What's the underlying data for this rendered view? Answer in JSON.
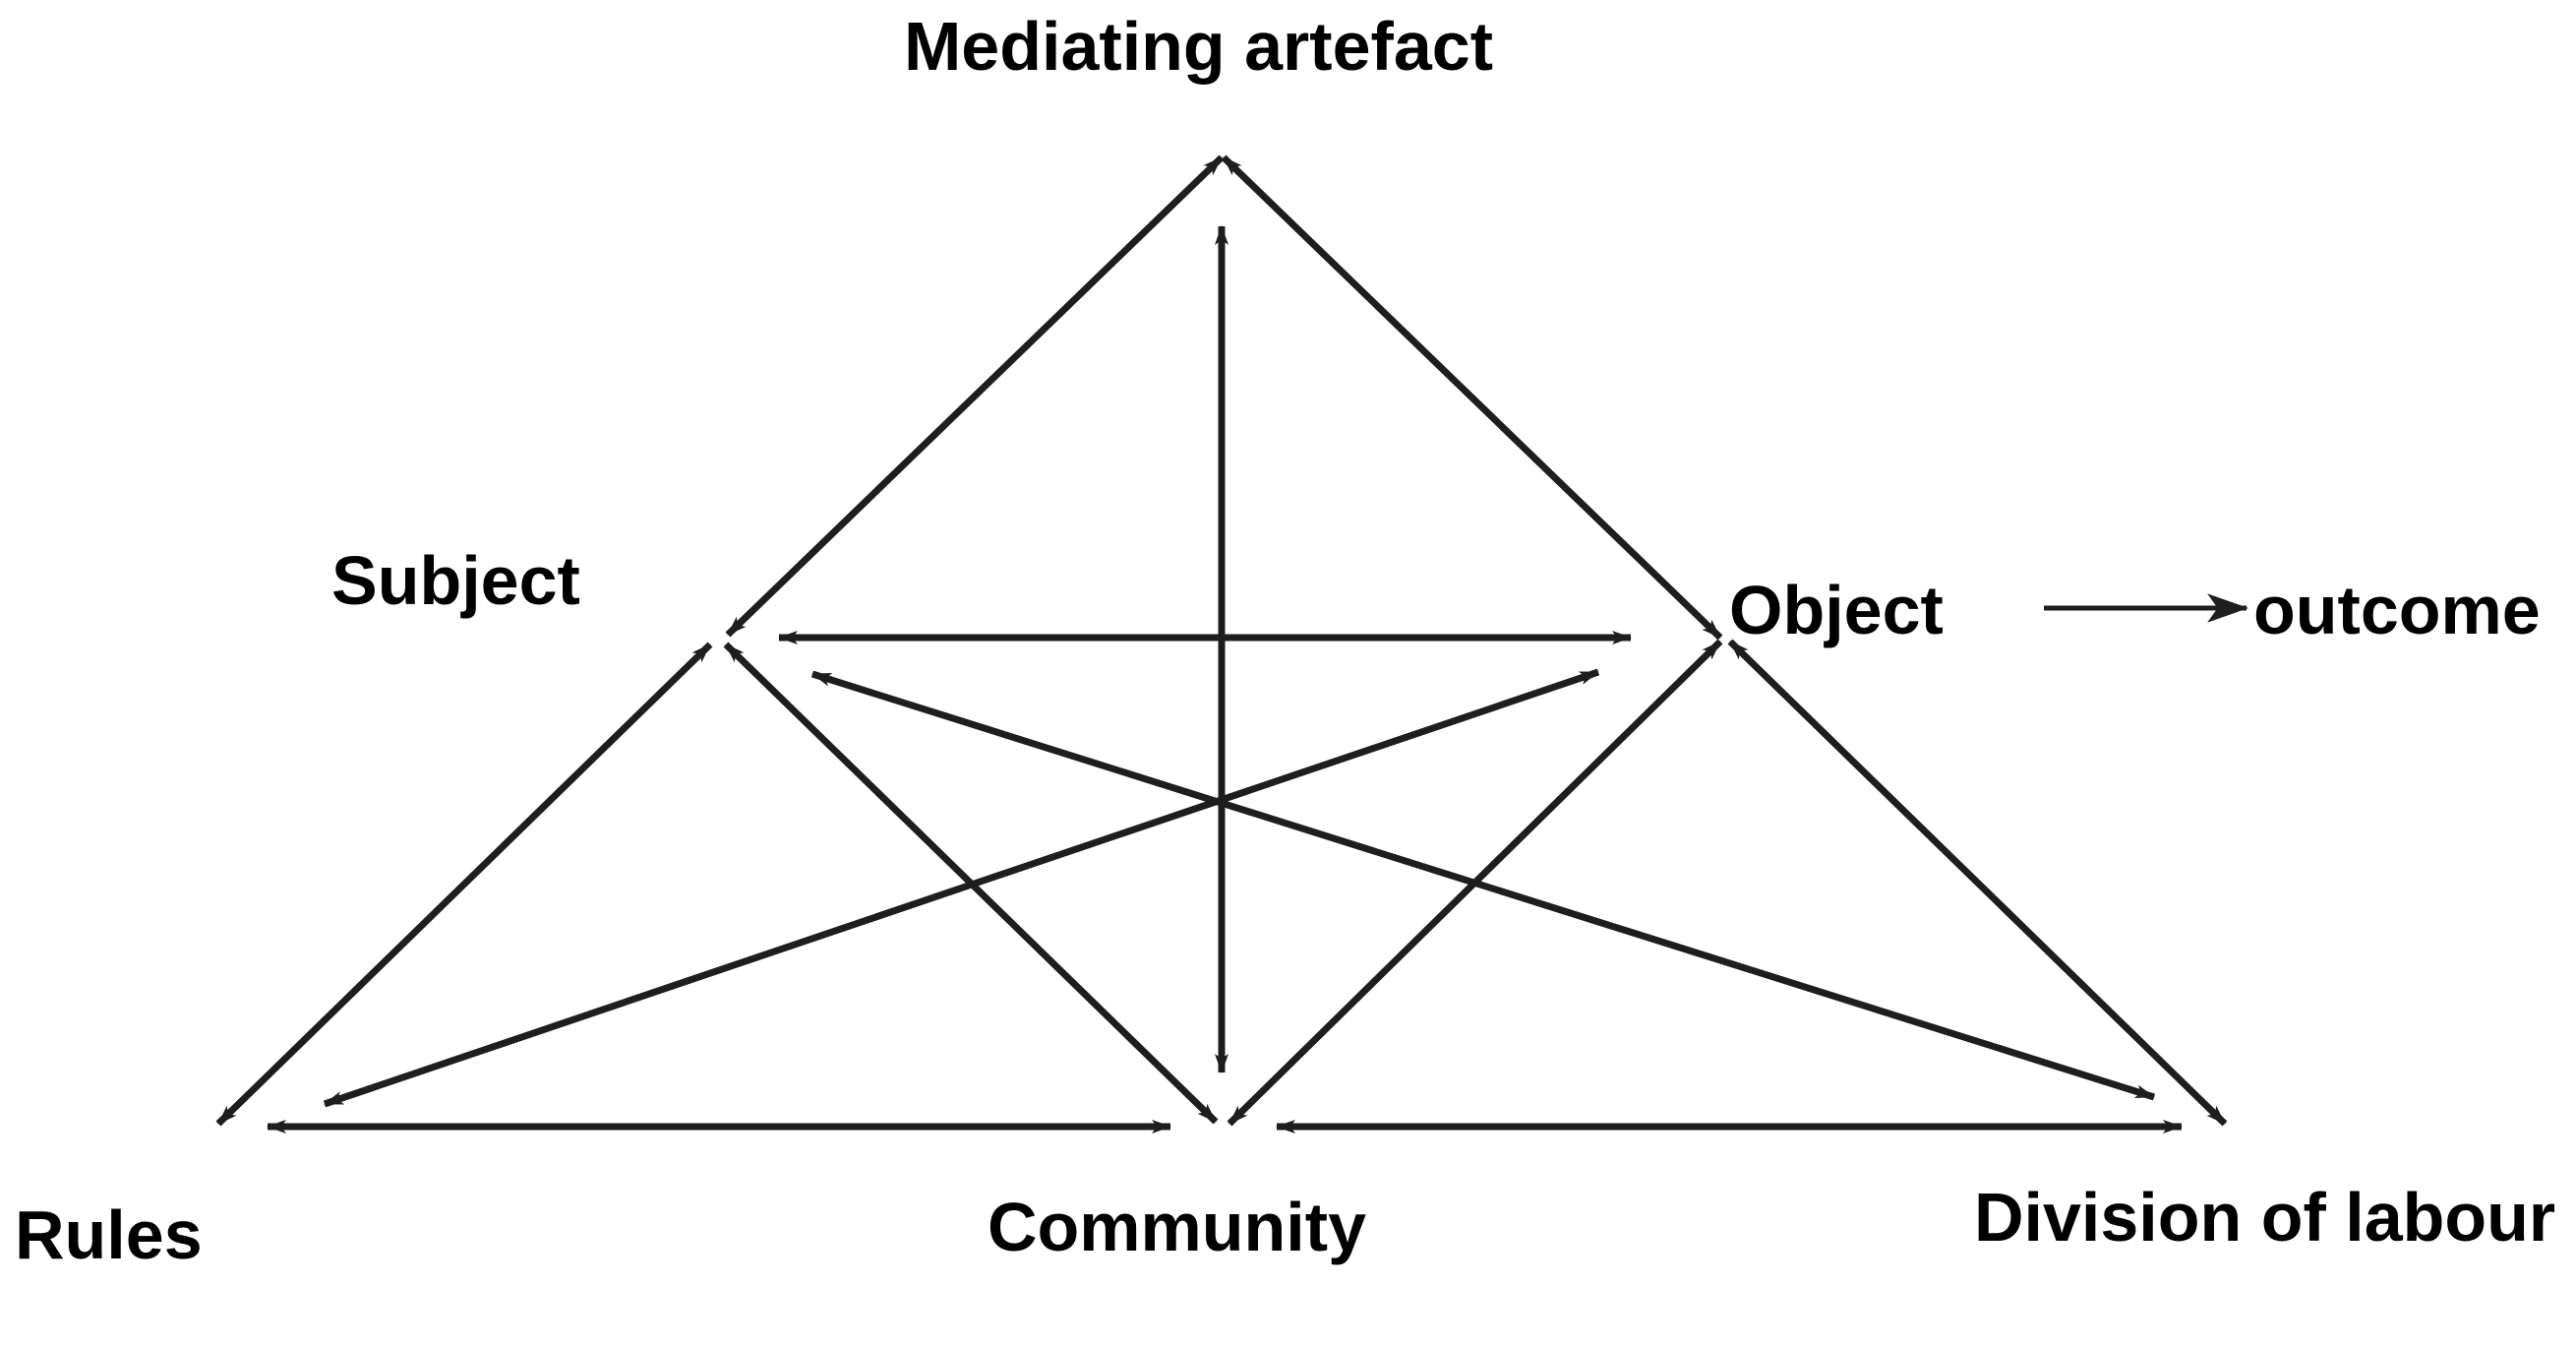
{
  "colors": {
    "ink": "#1e1e1e",
    "background": "#ffffff"
  },
  "nodes": {
    "mediating_artefact": "Mediating artefact",
    "subject": "Subject",
    "object": "Object",
    "outcome": "outcome",
    "rules": "Rules",
    "community": "Community",
    "division_of_labour": "Division of labour"
  }
}
